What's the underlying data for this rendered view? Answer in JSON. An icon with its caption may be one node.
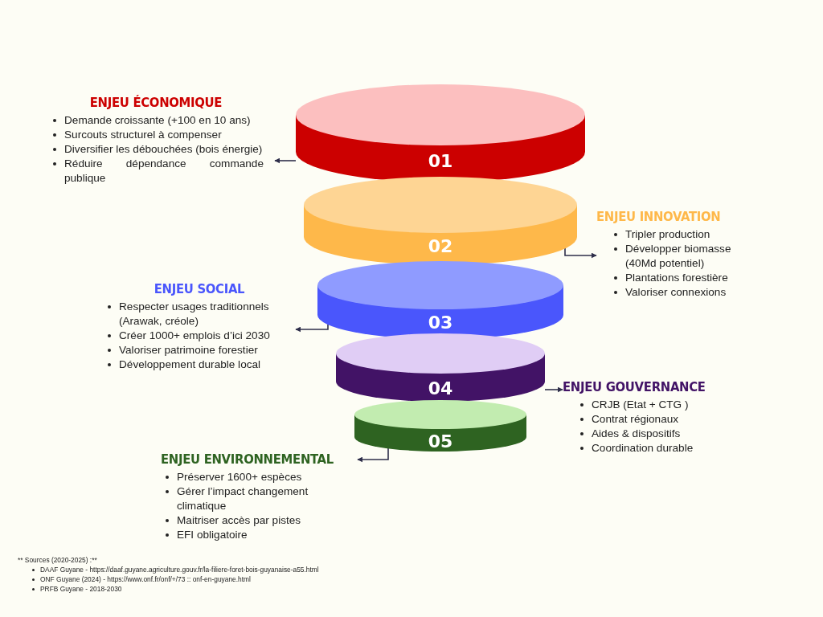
{
  "diagram": {
    "nodes": [
      {
        "text": [
          "01"
        ]
      },
      {
        "text": [
          "02"
        ]
      },
      {
        "text": [
          "03"
        ]
      },
      {
        "text": [
          "04"
        ]
      },
      {
        "text": [
          "05"
        ]
      },
      {
        "text": [
          "ENJEU ÉCONOMIQUE",
          "Demande croissante (+100 en 10 ans)",
          "Surcouts structurel à compenser",
          "Diversifier les débouchées (bois énergie)",
          "Réduire dépendance commande publique"
        ]
      },
      {
        "text": [
          "ENJEU INNOVATION",
          "Tripler production",
          "Développer biomasse (40Md potentiel)",
          "Plantations forestière",
          "Valoriser connexions"
        ]
      },
      {
        "text": [
          "ENJEU SOCIAL",
          "Respecter usages traditionnels (Arawak, créole)",
          "Créer 1000+ emplois d’ici 2030",
          "Valoriser patrimoine forestier",
          "Développement durable local"
        ]
      },
      {
        "text": [
          "ENJEU GOUVERNANCE",
          "CRJB (Etat + CTG )",
          "Contrat régionaux",
          "Aides & dispositifs",
          "Coordination durable"
        ]
      },
      {
        "text": [
          "ENJEU ENVIRONNEMENTAL",
          "Préserver 1600+ espèces",
          "Gérer l’impact changement climatique",
          "Maitriser accès par pistes",
          "EFI obligatoire"
        ]
      }
    ],
    "edges": [
      {
        "from": 0,
        "to": 5,
        "arrow": "to"
      },
      {
        "from": 1,
        "to": 6,
        "arrow": "to"
      },
      {
        "from": 2,
        "to": 7,
        "arrow": "to"
      },
      {
        "from": 3,
        "to": 8,
        "arrow": "to"
      },
      {
        "from": 4,
        "to": 9,
        "arrow": "to"
      }
    ],
    "labels": [
      "** Sources (2020-2025) :**",
      "DAAF Guyane - https://daaf.guyane.agriculture.gouv.fr/la-filiere-foret-bois-guyanaise-a55.html",
      "ONF Guyane (2024) - https://www.onf.fr/onf/+/73 :: onf-en-guyane.html",
      "PRFB Guyane - 2018-2030"
    ]
  }
}
